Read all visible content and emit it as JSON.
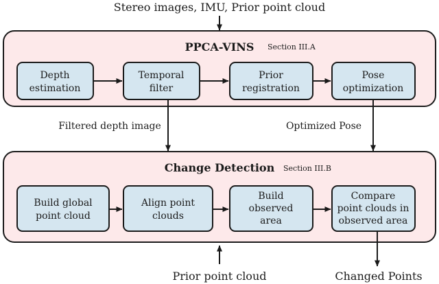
{
  "inputs": {
    "top": "Stereo images, IMU, Prior point cloud",
    "bottom_in": "Prior point cloud",
    "bottom_out": "Changed Points"
  },
  "ppca": {
    "title": "PPCA-VINS",
    "section": "Section III.A",
    "blocks": [
      [
        "Depth",
        "estimation"
      ],
      [
        "Temporal",
        "filter"
      ],
      [
        "Prior",
        "registration"
      ],
      [
        "Pose",
        "optimization"
      ]
    ]
  },
  "links": {
    "left": "Filtered depth image",
    "right": "Optimized Pose"
  },
  "change": {
    "title": "Change Detection",
    "section": "Section III.B",
    "blocks": [
      [
        "Build global",
        "point cloud"
      ],
      [
        "Align point",
        "clouds"
      ],
      [
        "Build",
        "observed",
        "area"
      ],
      [
        "Compare",
        "point clouds in",
        "observed area"
      ]
    ]
  },
  "colors": {
    "panel_fill": "#fde9ea",
    "block_fill": "#d5e6f0",
    "stroke": "#1a1a1a"
  }
}
